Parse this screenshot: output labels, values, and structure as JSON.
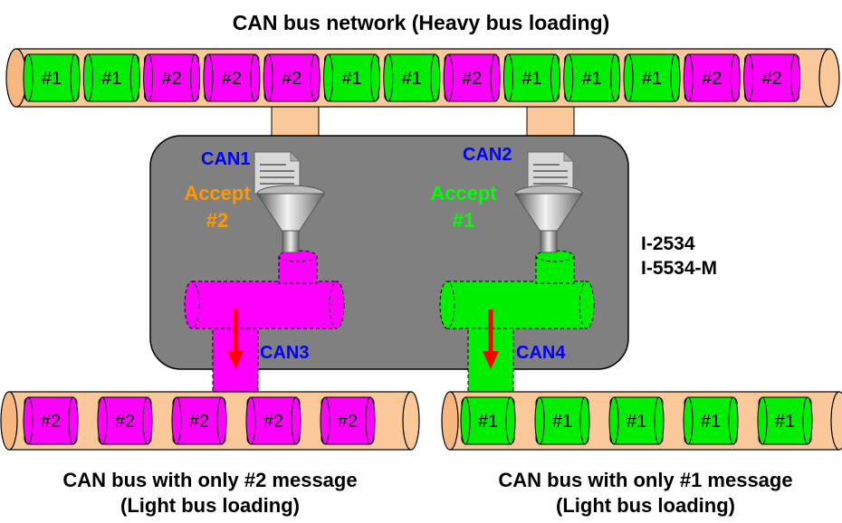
{
  "title": "CAN bus network (Heavy bus loading)",
  "device": {
    "model_line1": "I-2534",
    "model_line2": "I-5534-M",
    "can1": "CAN1",
    "can2": "CAN2",
    "can3": "CAN3",
    "can4": "CAN4",
    "filter_left_line1": "Accept",
    "filter_left_line2": "#2",
    "filter_right_line1": "Accept",
    "filter_right_line2": "#1"
  },
  "heavy_bus_messages": [
    "#1",
    "#1",
    "#2",
    "#2",
    "#2",
    "#1",
    "#1",
    "#2",
    "#1",
    "#1",
    "#1",
    "#2",
    "#2"
  ],
  "left_bus_messages": [
    "#2",
    "#2",
    "#2",
    "#2",
    "#2"
  ],
  "right_bus_messages": [
    "#1",
    "#1",
    "#1",
    "#1",
    "#1"
  ],
  "left_caption_line1": "CAN bus with only #2 message",
  "left_caption_line2": "(Light bus loading)",
  "right_caption_line1": "CAN bus with only #1 message",
  "right_caption_line2": "(Light bus loading)",
  "colors": {
    "msg1": "#00ee00",
    "msg2": "#ff00ff",
    "bus": "#fbc89a",
    "device": "#808080",
    "can_label": "#0000ff",
    "accept_left": "#ff9900",
    "accept_right": "#00ff00",
    "arrow": "#ff0000"
  }
}
